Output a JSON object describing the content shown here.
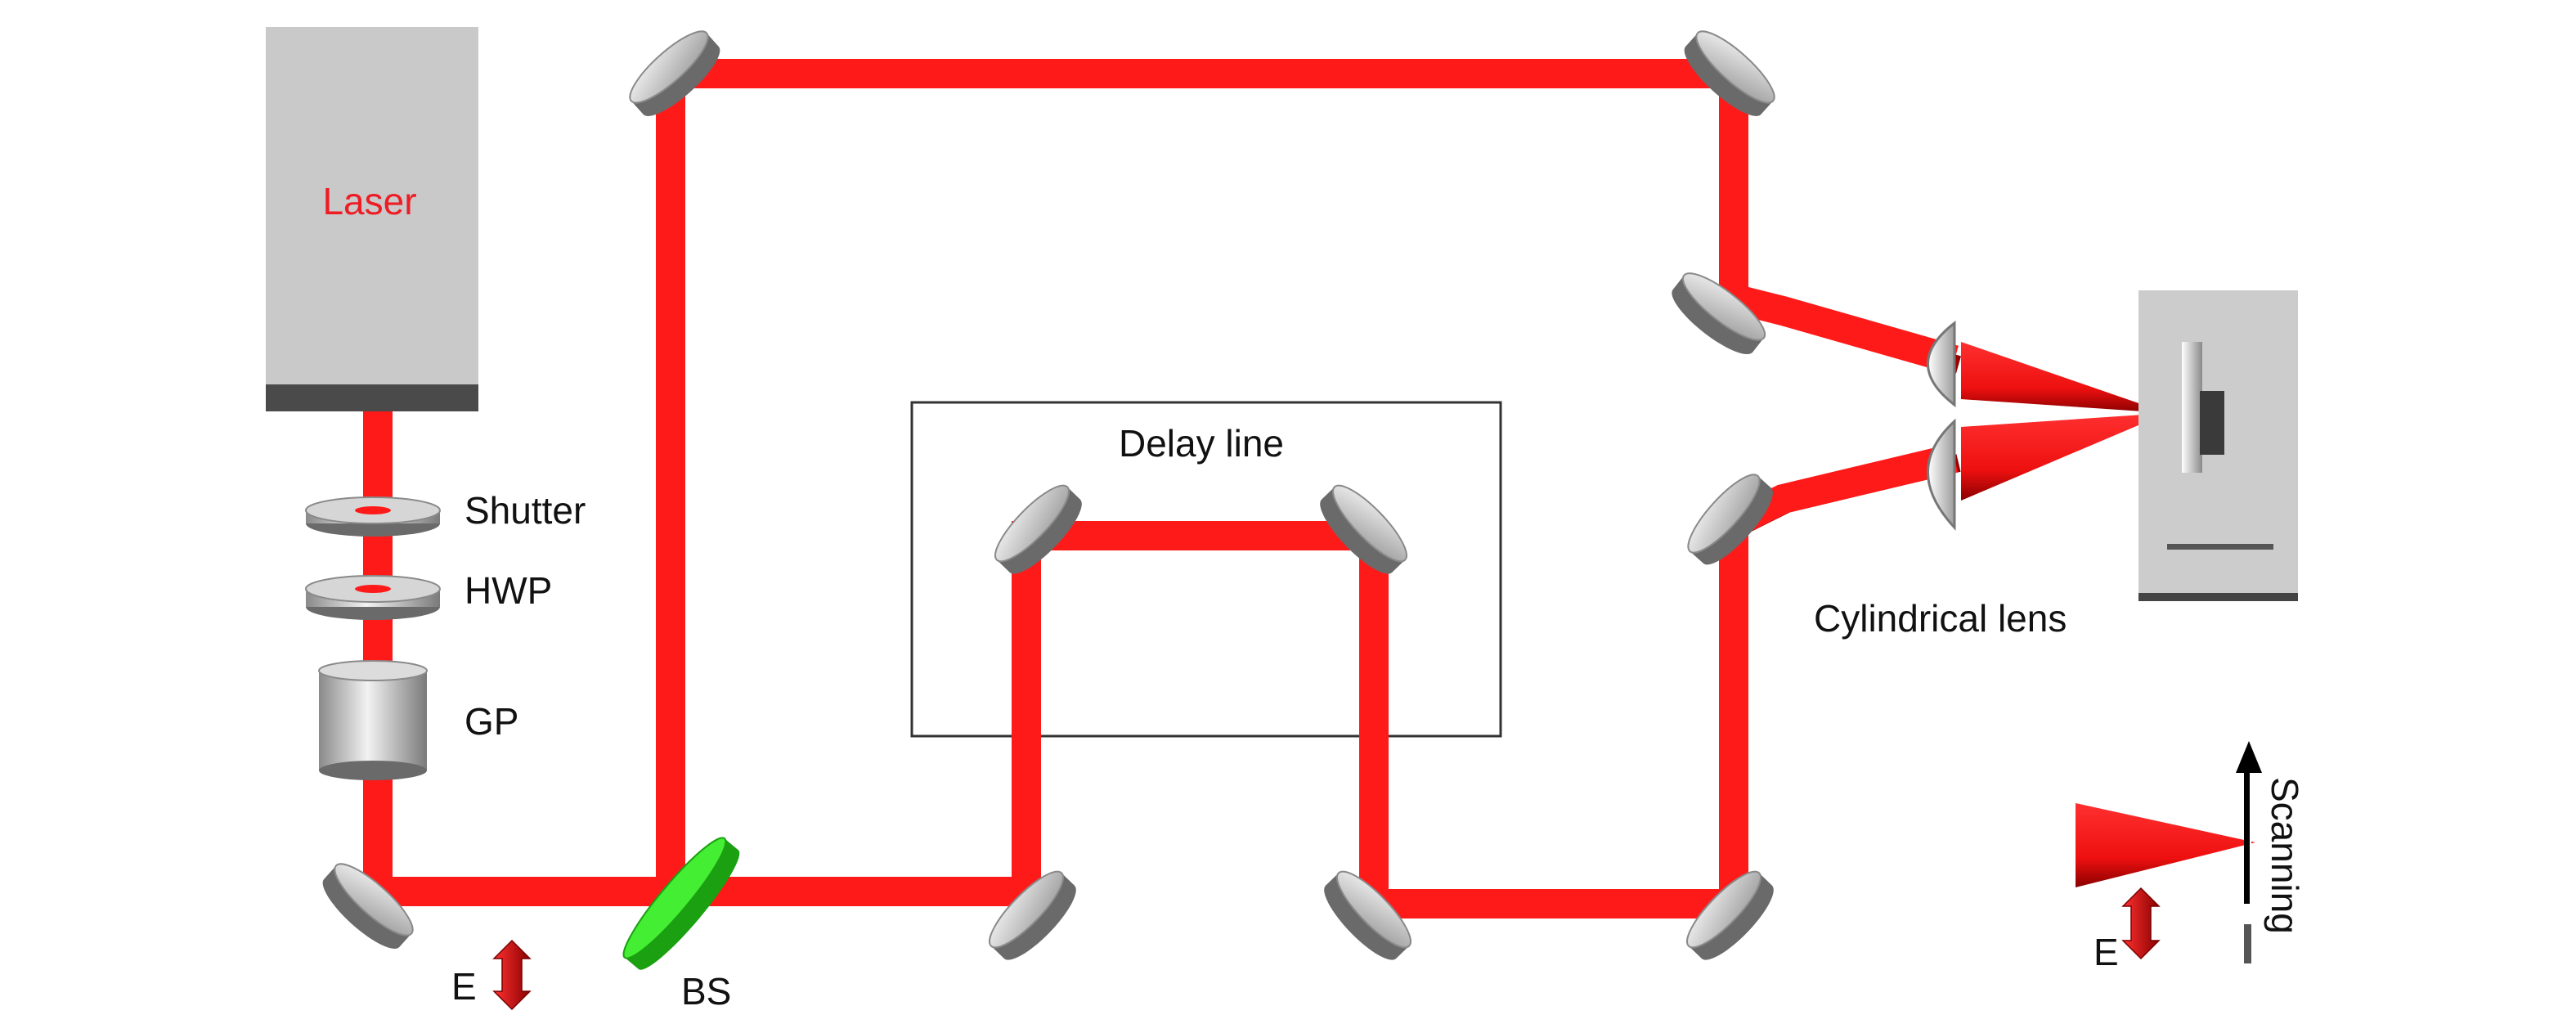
{
  "labels": {
    "laser": "Laser",
    "shutter": "Shutter",
    "hwp": "HWP",
    "gp": "GP",
    "bs": "BS",
    "delay_line": "Delay line",
    "cylindrical_lens": "Cylindrical lens",
    "scanning": "Scanning",
    "e_left": "E",
    "e_right": "E"
  },
  "colors": {
    "beam": "#ff1a1a",
    "beam_shadow": "#9a0000",
    "laser_text": "#ee1c25",
    "beam_splitter": "#33dd22",
    "optic_gray": "#c4c4c4",
    "optic_dark": "#6a6a6a"
  }
}
